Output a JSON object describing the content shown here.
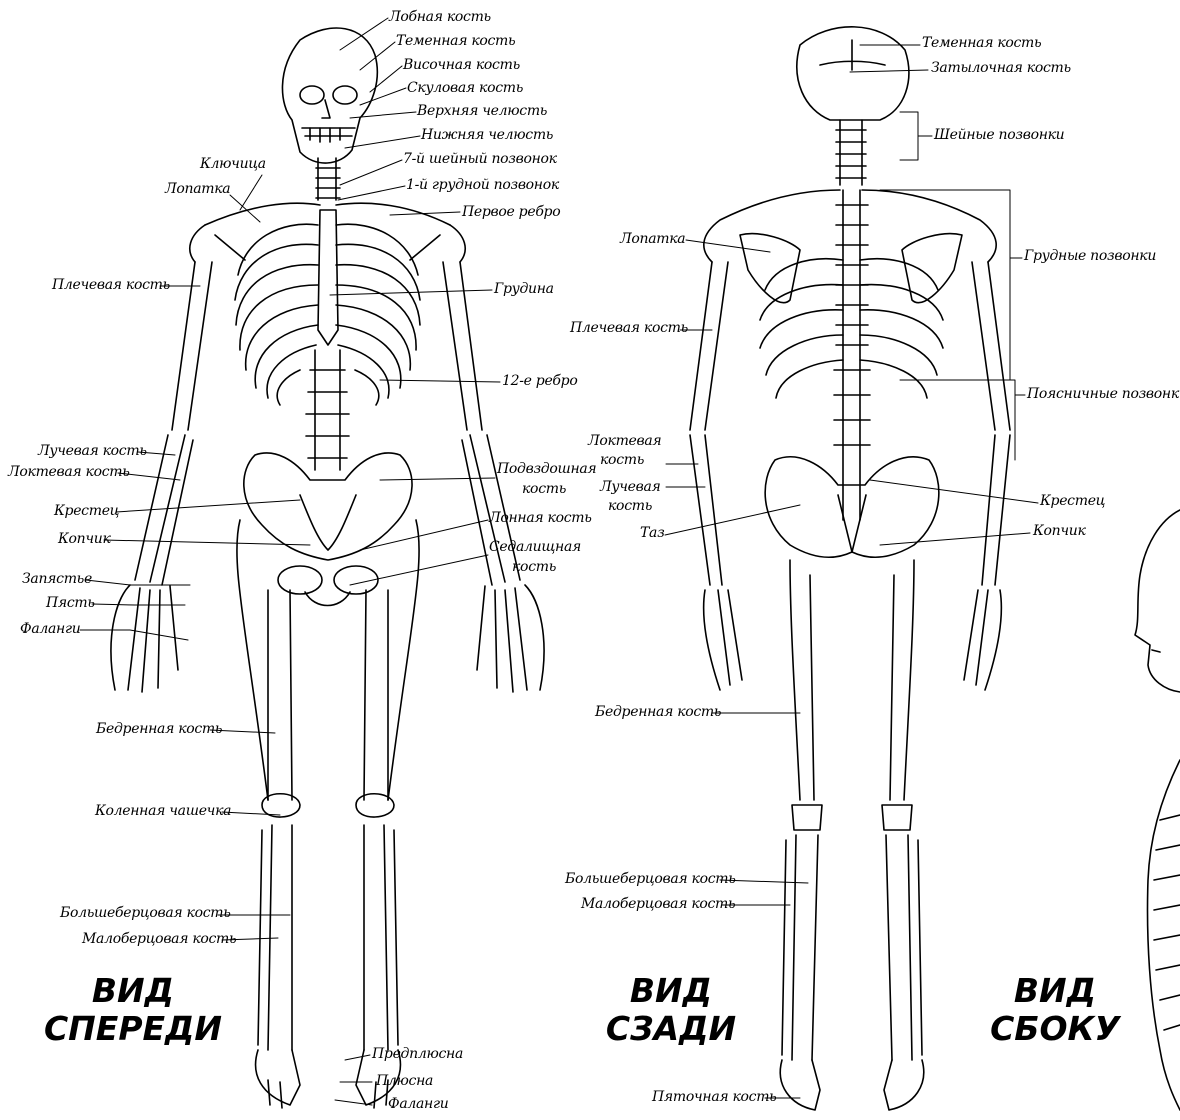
{
  "views": {
    "front": {
      "title_line1": "ВИД",
      "title_line2": "СПЕРЕДИ",
      "labels": {
        "frontal": "Лобная кость",
        "parietal": "Теменная кость",
        "temporal": "Височная кость",
        "zygomatic": "Скуловая кость",
        "maxilla": "Верхняя челюсть",
        "mandible": "Нижняя челюсть",
        "c7": "7-й шейный позвонок",
        "t1": "1-й грудной позвонок",
        "rib1": "Первое ребро",
        "clavicle": "Ключица",
        "scapula": "Лопатка",
        "humerus": "Плечевая кость",
        "sternum": "Грудина",
        "rib12": "12-е ребро",
        "radius": "Лучевая кость",
        "ulna": "Локтевая кость",
        "ilium_1": "Подвздошная",
        "ilium_2": "кость",
        "sacrum": "Крестец",
        "pubis": "Лонная кость",
        "coccyx": "Копчик",
        "ischium_1": "Седалищная",
        "ischium_2": "кость",
        "carpus": "Запястье",
        "metacarpus": "Пясть",
        "phalanges_hand": "Фаланги",
        "femur": "Бедренная кость",
        "patella": "Коленная чашечка",
        "tibia": "Большеберцовая кость",
        "fibula": "Малоберцовая кость",
        "tarsus": "Предплюсна",
        "metatarsus": "Плюсна",
        "phalanges_foot": "Фаланги"
      }
    },
    "back": {
      "title_line1": "ВИД",
      "title_line2": "СЗАДИ",
      "labels": {
        "parietal": "Теменная кость",
        "occipital": "Затылочная кость",
        "cervical": "Шейные позвонки",
        "scapula": "Лопатка",
        "thoracic": "Грудные позвонки",
        "humerus": "Плечевая кость",
        "lumbar": "Поясничные позвонки",
        "ulna_1": "Локтевая",
        "ulna_2": "кость",
        "radius_1": "Лучевая",
        "radius_2": "кость",
        "sacrum": "Крестец",
        "pelvis": "Таз",
        "coccyx": "Копчик",
        "femur": "Бедренная кость",
        "tibia": "Большеберцовая кость",
        "fibula": "Малоберцовая кость",
        "calcaneus": "Пяточная кость"
      }
    },
    "side": {
      "title_line1": "ВИД",
      "title_line2": "СБОКУ"
    }
  }
}
